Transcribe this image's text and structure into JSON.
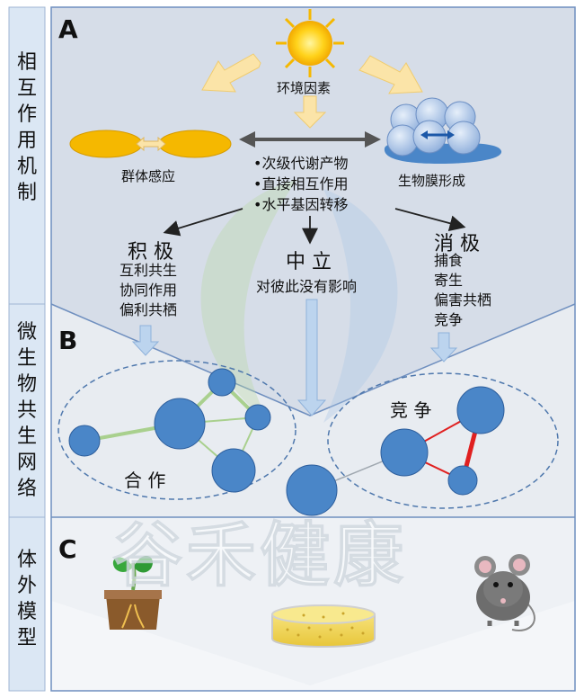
{
  "side_labels": {
    "a": "相\n互\n作\n用\n机\n制",
    "b": "微\n生\n物\n共\n生\n网\n络",
    "c": "体\n外\n模\n型"
  },
  "sections": {
    "a": "A",
    "b": "B",
    "c": "C"
  },
  "section_a": {
    "sun_label": "环境因素",
    "quorum_label": "群体感应",
    "biofilm_label": "生物膜形成",
    "center_items": "•次级代谢产物\n•直接相互作用\n•水平基因转移",
    "positive": {
      "title": "积 极",
      "items": "互利共生\n协同作用\n偏利共栖"
    },
    "neutral": {
      "title": "中 立",
      "items": "对彼此没有影响"
    },
    "negative": {
      "title": "消 极",
      "items": "捕食\n寄生\n偏害共栖\n竞争"
    }
  },
  "section_b": {
    "cooperation_label": "合 作",
    "competition_label": "竞 争"
  },
  "colors": {
    "panel_a": "#d6dde8",
    "panel_b": "#e8ecf1",
    "panel_c": "#f4f6f9",
    "node_blue": "#4a86c8",
    "green_edge": "#a9d08e",
    "red_edge": "#e02020",
    "arrow_yellow": "#fbe4a8"
  },
  "watermark": "谷禾健康"
}
